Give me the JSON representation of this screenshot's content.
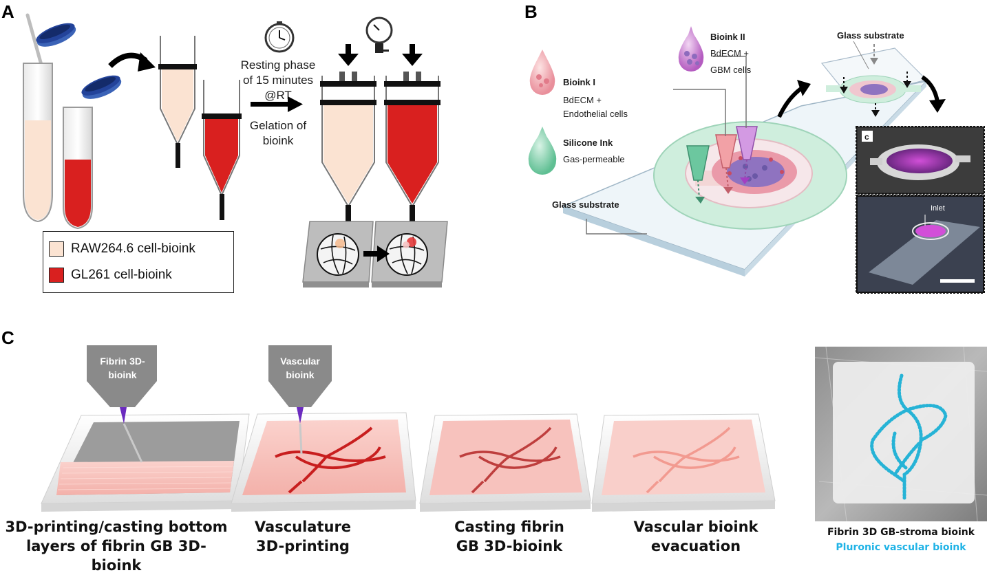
{
  "panels": {
    "a": {
      "letter": "A",
      "step_text": [
        "Resting phase",
        "of 15 minutes",
        "@RT",
        "Gelation of",
        "bioink"
      ],
      "legend": [
        {
          "label": "RAW264.6 cell-bioink",
          "color": "#fbe3d2"
        },
        {
          "label": "GL261 cell-bioink",
          "color": "#d9201f"
        }
      ]
    },
    "b": {
      "letter": "B",
      "bioink1": {
        "title": "Bioink I",
        "line1": "BdECM +",
        "line2": "Endothelial cells"
      },
      "bioink2": {
        "title": "Bioink II",
        "line1": "BdECM +",
        "line2": "GBM cells"
      },
      "silicone": {
        "title": "Silicone Ink",
        "line1": "Gas-permeable"
      },
      "glass_substrate_bottom": "Glass substrate",
      "glass_substrate_top": "Glass substrate",
      "inset_label": "c",
      "inlet_label": "Inlet"
    },
    "c": {
      "letter": "C",
      "nozzle1": [
        "Fibrin 3D-",
        "bioink"
      ],
      "nozzle2": [
        "Vascular",
        "bioink"
      ],
      "captions": [
        [
          "3D-printing/casting bottom",
          "layers of fibrin GB 3D-bioink"
        ],
        [
          "Vasculature",
          "3D-printing"
        ],
        [
          "Casting fibrin",
          "GB 3D-bioink"
        ],
        [
          "Vascular bioink",
          "evacuation"
        ]
      ],
      "photo_caption_1": "Fibrin 3D GB-stroma bioink",
      "photo_caption_2": "Pluronic vascular bioink",
      "photo_caption_2_color": "#1fb3e6"
    }
  }
}
